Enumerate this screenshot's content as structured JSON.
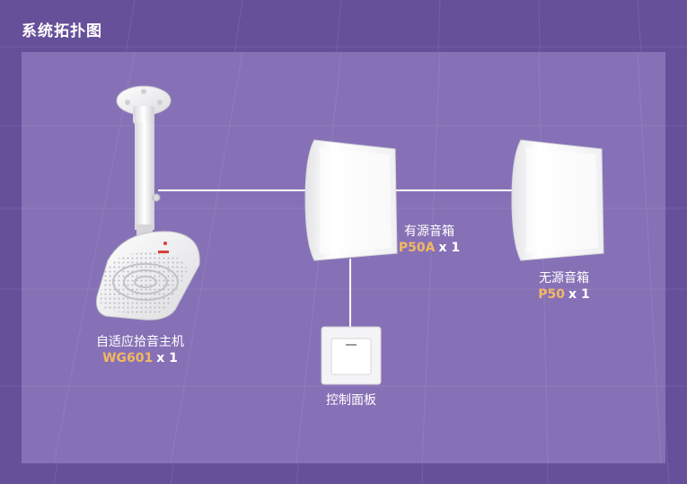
{
  "header": {
    "title": "系统拓扑图"
  },
  "devices": {
    "host": {
      "name": "自适应拾音主机",
      "model": "WG601",
      "quantity": "x 1"
    },
    "active_speaker": {
      "name": "有源音箱",
      "model": "P50A",
      "quantity": "x 1"
    },
    "passive_speaker": {
      "name": "无源音箱",
      "model": "P50",
      "quantity": "x 1"
    },
    "control_panel": {
      "name": "控制面板"
    }
  },
  "colors": {
    "background": "#66509a",
    "panel": "#8771b6",
    "model_highlight": "#f2b863",
    "text": "#ffffff"
  }
}
